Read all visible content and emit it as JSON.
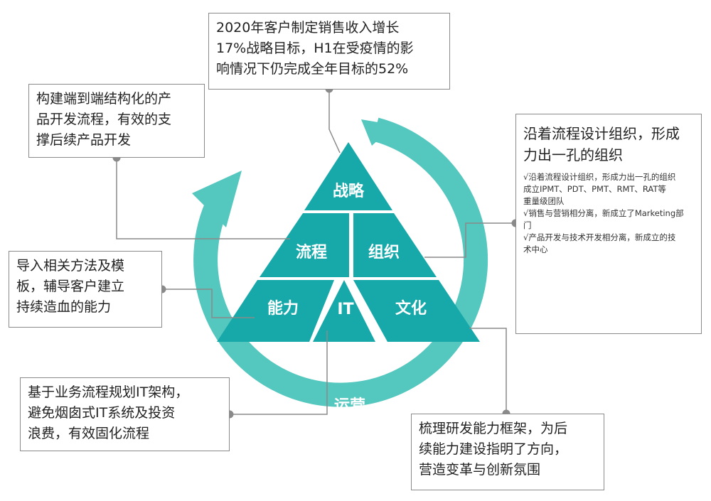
{
  "colors": {
    "ring": "#54c7bf",
    "pyramid": "#17a9a9",
    "pyramid_divider": "#ffffff",
    "connector": "#8a8a8a",
    "box_border": "#8a8a8a",
    "text": "#222222"
  },
  "pyramid": {
    "segments": [
      {
        "id": "strategy",
        "label": "战略"
      },
      {
        "id": "process",
        "label": "流程"
      },
      {
        "id": "organization",
        "label": "组织"
      },
      {
        "id": "capability",
        "label": "能力"
      },
      {
        "id": "it",
        "label": "IT"
      },
      {
        "id": "culture",
        "label": "文化"
      }
    ],
    "ring_label": "运营"
  },
  "boxes": {
    "top": {
      "lines": [
        "2020年客户制定销售收入增长",
        "17%战略目标，H1在受疫情的影",
        "响情况下仍完成全年目标的52%"
      ]
    },
    "upper_left": {
      "lines": [
        "构建端到端结构化的产",
        "品开发流程，有效的支",
        "撑后续产品开发"
      ]
    },
    "mid_left": {
      "lines": [
        "导入相关方法及模",
        "板，辅导客户建立",
        "持续造血的能力"
      ]
    },
    "lower_left": {
      "lines": [
        "基于业务流程规划IT架构，",
        "避免烟囱式IT系统及投资",
        "浪费，有效固化流程"
      ]
    },
    "right": {
      "title_lines": [
        "沿着流程设计组织，形成",
        "力出一孔的组织"
      ],
      "bullets": [
        "√沿着流程设计组织，形成力出一孔的组织",
        "成立IPMT、PDT、PMT、RMT、RAT等",
        "重量级团队",
        "√销售与营销相分离，新成立了Marketing部",
        "门",
        "√产品开发与技术开发相分离，新成立的技",
        "术中心"
      ]
    },
    "bottom_right": {
      "lines": [
        "梳理研发能力框架，为后",
        "续能力建设指明了方向，",
        "营造变革与创新氛围"
      ]
    }
  }
}
